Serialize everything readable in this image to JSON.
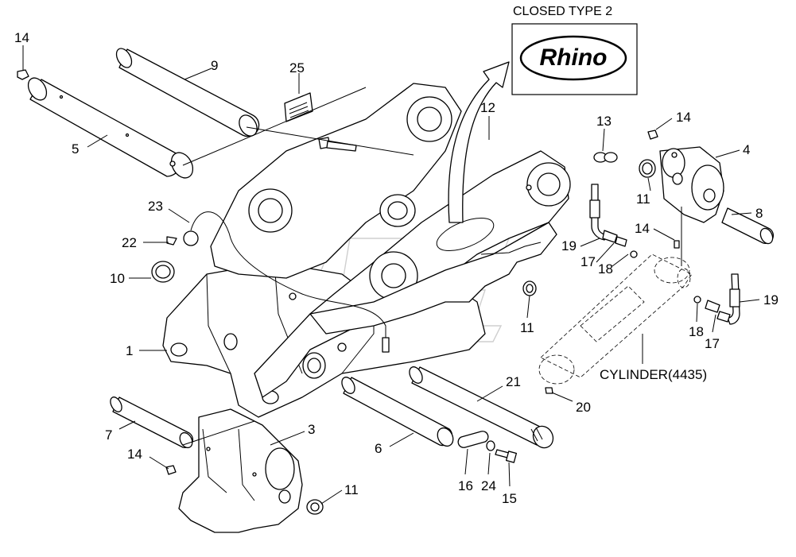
{
  "inset": {
    "title": "CLOSED TYPE 2",
    "logo_text": "Rhino"
  },
  "cylinder_label": "CYLINDER(4435)",
  "callouts": [
    {
      "id": "c1",
      "text": "1"
    },
    {
      "id": "c3",
      "text": "3"
    },
    {
      "id": "c4",
      "text": "4"
    },
    {
      "id": "c5",
      "text": "5"
    },
    {
      "id": "c6",
      "text": "6"
    },
    {
      "id": "c7",
      "text": "7"
    },
    {
      "id": "c8",
      "text": "8"
    },
    {
      "id": "c9",
      "text": "9"
    },
    {
      "id": "c10",
      "text": "10"
    },
    {
      "id": "c11a",
      "text": "11"
    },
    {
      "id": "c11b",
      "text": "11"
    },
    {
      "id": "c11c",
      "text": "11"
    },
    {
      "id": "c12",
      "text": "12"
    },
    {
      "id": "c13",
      "text": "13"
    },
    {
      "id": "c14a",
      "text": "14"
    },
    {
      "id": "c14b",
      "text": "14"
    },
    {
      "id": "c14c",
      "text": "14"
    },
    {
      "id": "c14d",
      "text": "14"
    },
    {
      "id": "c15",
      "text": "15"
    },
    {
      "id": "c16",
      "text": "16"
    },
    {
      "id": "c17a",
      "text": "17"
    },
    {
      "id": "c17b",
      "text": "17"
    },
    {
      "id": "c18a",
      "text": "18"
    },
    {
      "id": "c18b",
      "text": "18"
    },
    {
      "id": "c19a",
      "text": "19"
    },
    {
      "id": "c19b",
      "text": "19"
    },
    {
      "id": "c20",
      "text": "20"
    },
    {
      "id": "c21",
      "text": "21"
    },
    {
      "id": "c22",
      "text": "22"
    },
    {
      "id": "c23",
      "text": "23"
    },
    {
      "id": "c24",
      "text": "24"
    },
    {
      "id": "c25",
      "text": "25"
    }
  ]
}
